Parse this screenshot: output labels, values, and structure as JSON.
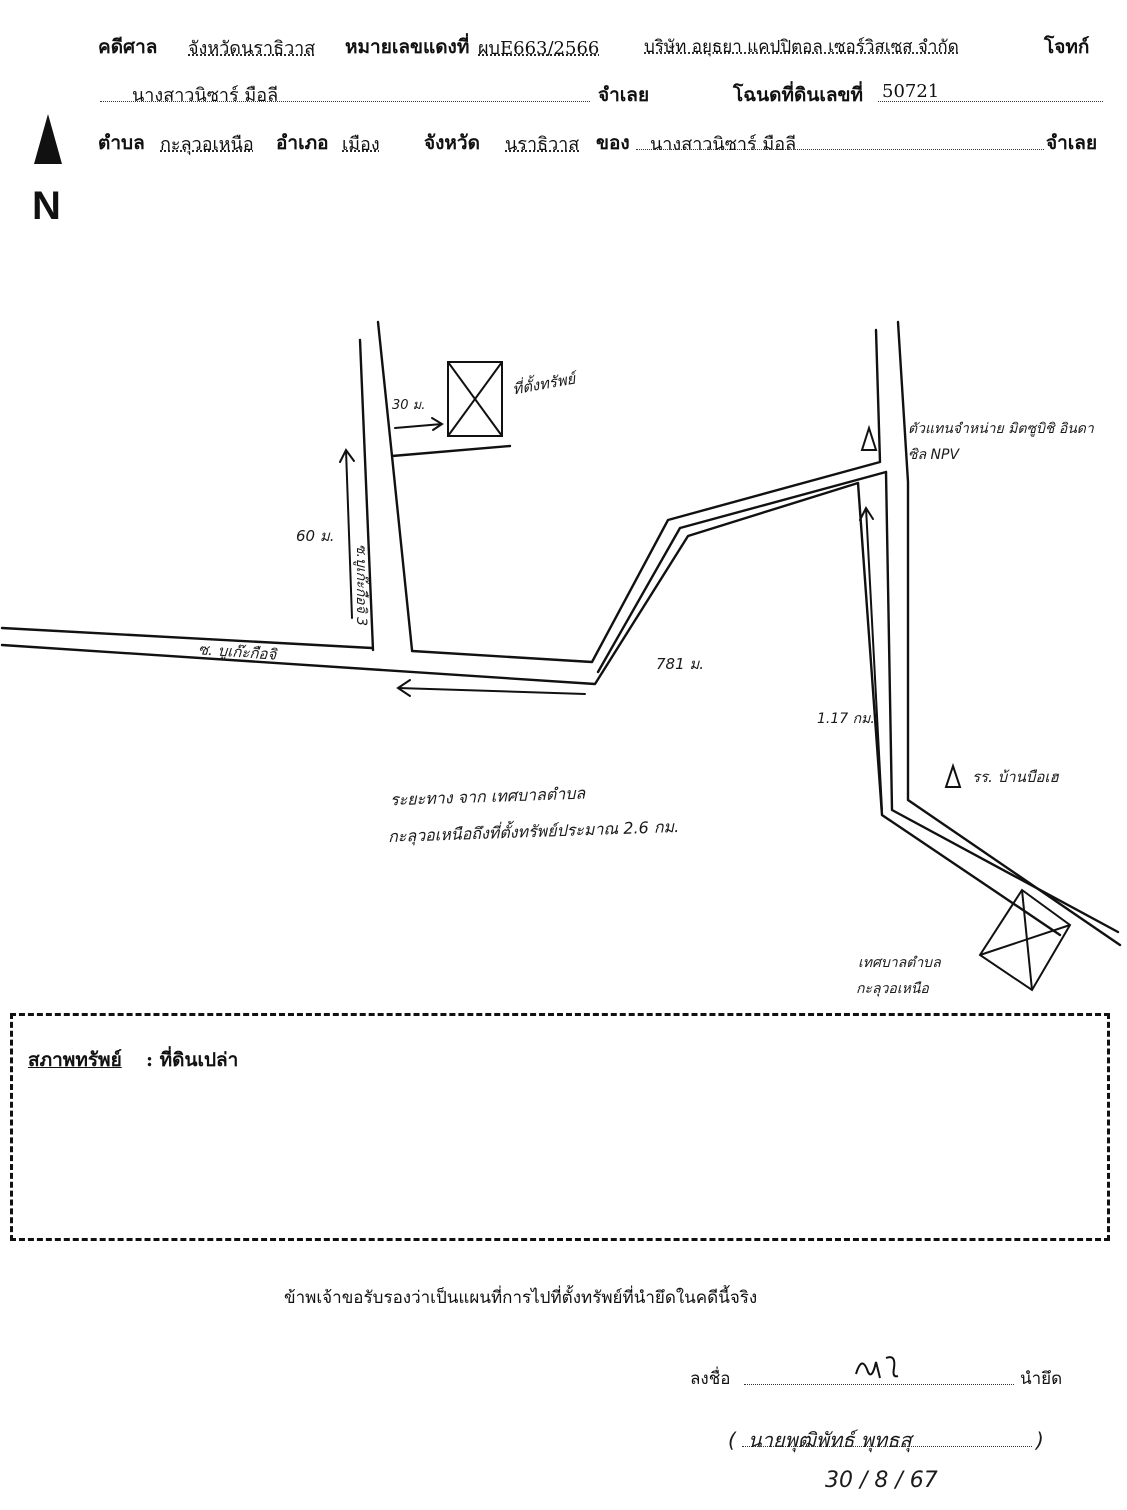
{
  "header": {
    "court_label": "คดีศาล",
    "court_value": "จังหวัดนราธิวาส",
    "case_label": "หมายเลขแดงที่",
    "case_value": "ผบE663/2566",
    "plaintiff_value": "บริษัท อยุธยา แคปปิตอล เซอร์วิสเซส จำกัด",
    "plaintiff_label": "โจทก์",
    "defendant_value": "นางสาวนิซาร์ มือลี",
    "defendant_label": "จำเลย",
    "deed_label": "โฉนดที่ดินเลขที่",
    "deed_value": "50721",
    "subdistrict_label": "ตำบล",
    "subdistrict_value": "กะลุวอเหนือ",
    "district_label": "อำเภอ",
    "district_value": "เมือง",
    "province_label": "จังหวัด",
    "province_value": "นราธิวาส",
    "owner_label": "ของ",
    "owner_value": "นางสาวนิซาร์ มือลี",
    "owner_role": "จำเลย"
  },
  "north_arrow": {
    "label": "N"
  },
  "map": {
    "labels": {
      "property": "ที่ตั้งทรัพย์",
      "dist_30": "30 ม.",
      "dist_60": "60 ม.",
      "soi_side": "ซ.บูเก๊ะกือจิ 3",
      "soi_main": "ซ. บูเก๊ะกือจิ",
      "dist_781": "781 ม.",
      "dist_117": "1.17 กม.",
      "landmark_top": "ตัวแทนจำหน่าย มิตซูบิชิ อินดาซิล NPV",
      "landmark_school": "รร. บ้านบือเฮ",
      "landmark_office_1": "เทศบาลตำบล",
      "landmark_office_2": "กะลุวอเหนือ",
      "route_note_1": "ระยะทาง จาก เทศบาลตำบล",
      "route_note_2": "กะลุวอเหนือถึงที่ตั้งทรัพย์ประมาณ 2.6 กม."
    }
  },
  "condition": {
    "label": "สภาพทรัพย์",
    "value": ": ที่ดินเปล่า"
  },
  "certification": {
    "text": "ข้าพเจ้าขอรับรองว่าเป็นแผนที่การไปที่ตั้งทรัพย์ที่นำยึดในคดีนี้จริง",
    "sign_label": "ลงชื่อ",
    "sign_role": "นำยึด",
    "signer_name": "นายพุฒิพัทธ์ พุทธสุ",
    "date": "30 / 8 / 67"
  }
}
